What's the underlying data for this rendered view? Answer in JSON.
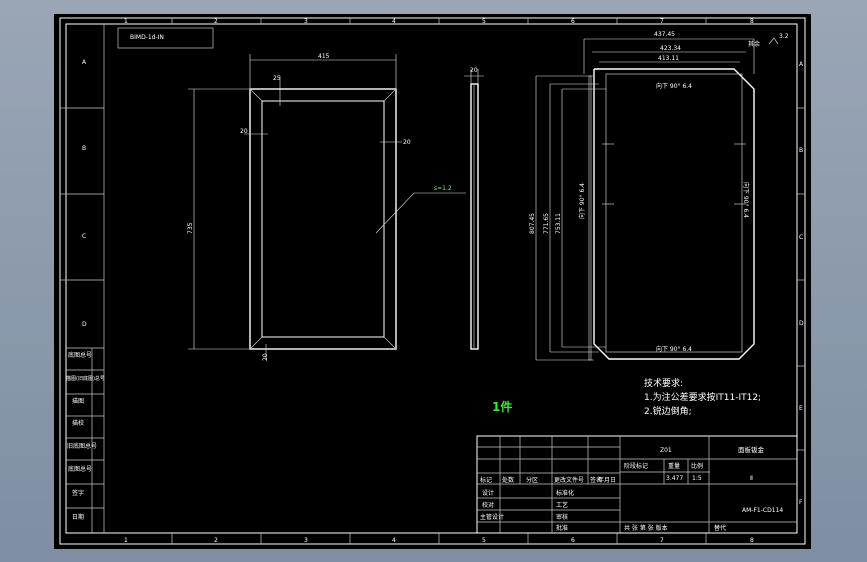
{
  "drawing": {
    "code_box": "BIMD-1d-IN",
    "zone_cols": [
      "1",
      "2",
      "3",
      "4",
      "5",
      "6",
      "7",
      "8"
    ],
    "zone_rows": [
      "A",
      "B",
      "C",
      "D",
      "E",
      "F"
    ],
    "left_strip": [
      "底图总号",
      "描图(旧底图)总号",
      "描图",
      "描校",
      "旧底图总号",
      "底图总号",
      "签字",
      "日期"
    ],
    "front": {
      "dim_top": "415",
      "dim_left": "735",
      "dim_inset_top": "25",
      "dim_inset_left": "20",
      "dim_inset_right": "20",
      "dim_inset_bottom": "20",
      "thickness_note": "s=1.2"
    },
    "side": {
      "dim_top": "20"
    },
    "flat": {
      "dim_top1": "437.45",
      "dim_top2": "423.34",
      "dim_top3": "413.11",
      "dim_h1": "807.45",
      "dim_h2": "771.65",
      "dim_h3": "753.11",
      "roughness": "3.2",
      "roughness_prefix": "其余",
      "bend_label": "向下 90° 6.4",
      "bend_side_left": "向下 90° 6.4",
      "bend_side_right": "向下 90° 6.4",
      "bend_bottom": "向下 90° 6.4"
    },
    "tech_req": {
      "title": "技术要求:",
      "item1": "1.为注公差要求按IT11-IT12;",
      "item2": "2.锐边倒角;"
    },
    "quantity": "1件",
    "title_block": {
      "material": "Z01",
      "part_name": "面板钣金",
      "stage_label": "阶段标记",
      "weight_label": "重量",
      "scale_label": "比例",
      "weight": "3.477",
      "scale": "1:5",
      "sheet": "Ⅱ",
      "drawing_no": "AM-F1-CD114",
      "rev_headers": [
        "标记",
        "处数",
        "分区",
        "更改文件号",
        "签名",
        "年月日"
      ],
      "roles": [
        "设计",
        "校对",
        "主管设计"
      ],
      "roles2": [
        "标准化",
        "工艺",
        "审核",
        "批准"
      ],
      "footer": "共 张  第 张  版本",
      "replace_label": "替代"
    }
  }
}
